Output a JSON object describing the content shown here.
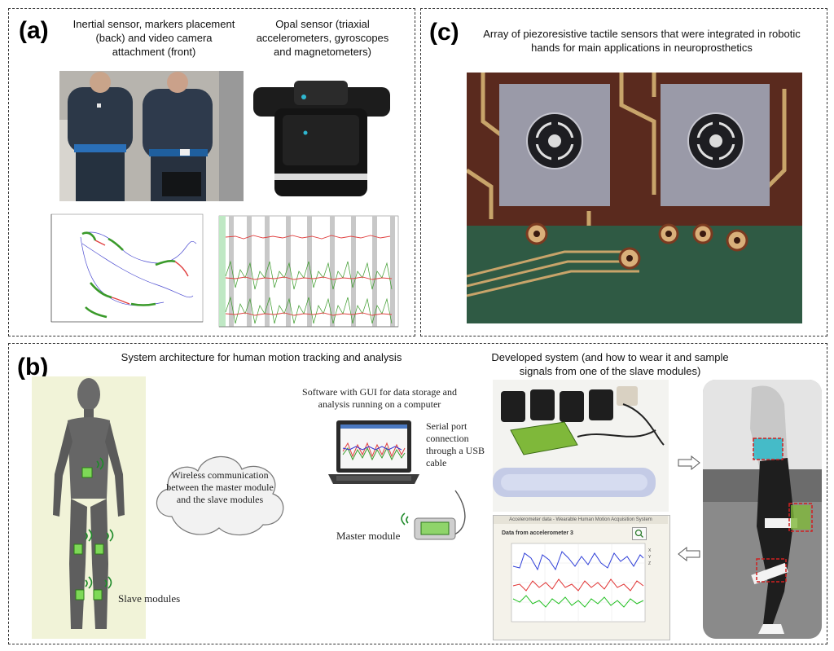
{
  "panels": {
    "a": {
      "label": "(a)",
      "caption_left": "Inertial sensor, markers placement (back) and video camera attachment (front)",
      "caption_right": "Opal sensor (triaxial accelerometers, gyroscopes and magnetometers)"
    },
    "b": {
      "label": "(b)",
      "caption_left": "System architecture for human motion tracking and analysis",
      "caption_right": "Developed system (and how to wear it and sample signals from one of the slave modules)",
      "cloud_text": "Wireless communication between the master module and the slave modules",
      "software_text": "Software with GUI for data storage and analysis running on a computer",
      "serial_text": "Serial port connection through a USB cable",
      "master_label": "Master module",
      "slave_label": "Slave modules",
      "gui_title": "Data from accelerometer 3",
      "gui_window_title": "Accelerometer data - Wearable Human Motion Acquisition System"
    },
    "c": {
      "label": "(c)",
      "caption": "Array of piezoresistive tactile sensors that were integrated in robotic hands for main applications in neuroprosthetics"
    }
  },
  "colors": {
    "pcb_brown": "#5a2a1e",
    "pcb_green": "#2f5a44",
    "trace_gold": "#c8a46a",
    "sensor_green": "#3a9a2a",
    "trace_red": "#e04040",
    "trace_blue": "#3030d0"
  }
}
